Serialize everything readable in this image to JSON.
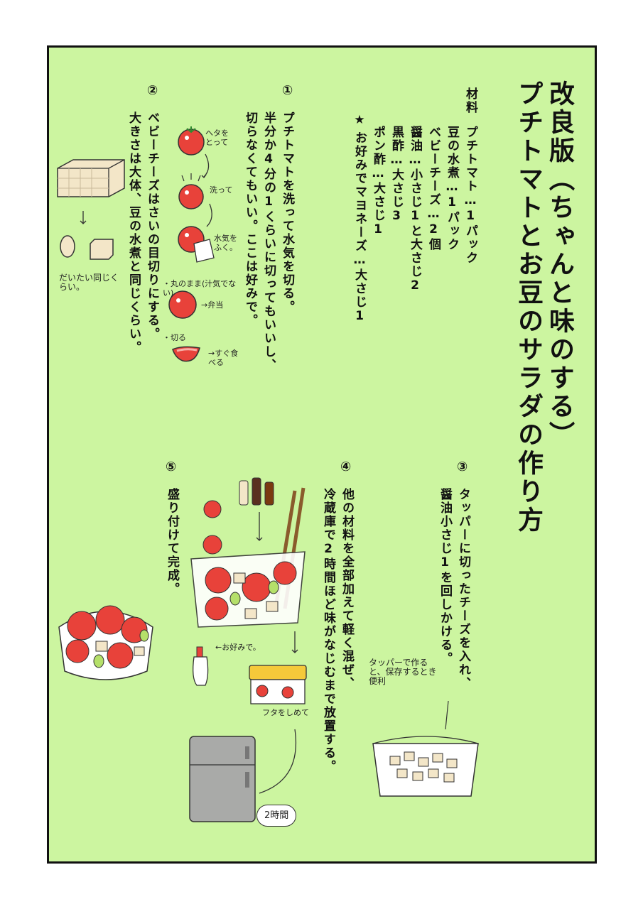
{
  "title": {
    "line1": "改良版（ちゃんと味のする）",
    "line2": "プチトマトとお豆のサラダの作り方"
  },
  "ingredients": {
    "heading": "材料",
    "items": [
      "プチトマト…1パック",
      "豆の水煮…1パック",
      "ベビーチーズ…2個",
      "醤油…小さじ1と大さじ2",
      "黒酢…大さじ3",
      "ポン酢…大さじ1",
      "★",
      "お好みでマヨネーズ…大さじ1"
    ]
  },
  "steps": [
    {
      "num": "①",
      "lines": [
        "プチトマトを洗って水気を切る。",
        "半分か4分の1くらいに切ってもいいし、",
        "切らなくてもいい。ここは好みで。"
      ]
    },
    {
      "num": "②",
      "lines": [
        "ベビーチーズはさいの目切りにする。",
        "大きさは大体、豆の水煮と同じくらい。"
      ]
    },
    {
      "num": "③",
      "lines": [
        "タッパーに切ったチーズを入れ、",
        "醤油小さじ1を回しかける。"
      ]
    },
    {
      "num": "④",
      "lines": [
        "他の材料を全部加えて軽く混ぜ、",
        "冷蔵庫で2時間ほど味がなじむまで放置する。"
      ]
    },
    {
      "num": "⑤",
      "lines": [
        "盛り付けて完成。"
      ]
    }
  ],
  "notes": {
    "heta": "ヘタをとって",
    "arau": "洗って",
    "fuku": "水気をふく。",
    "marumama": "・丸のまま(汁気でない)",
    "bento": "→弁当",
    "kiru": "・切る",
    "sugu": "→すぐ食べる",
    "daitai": "だいたい同じくらい。",
    "tupper": "タッパーで作ると、保存するとき便利",
    "okonomi": "←お好みで。",
    "futa": "フタをしめて",
    "nijikan": "2時間"
  },
  "colors": {
    "background": "#ccf5a0",
    "tomato": "#e8423a",
    "cheese": "#f3e6c8",
    "lid": "#f5c93a",
    "fridge": "#a9aaa8"
  }
}
